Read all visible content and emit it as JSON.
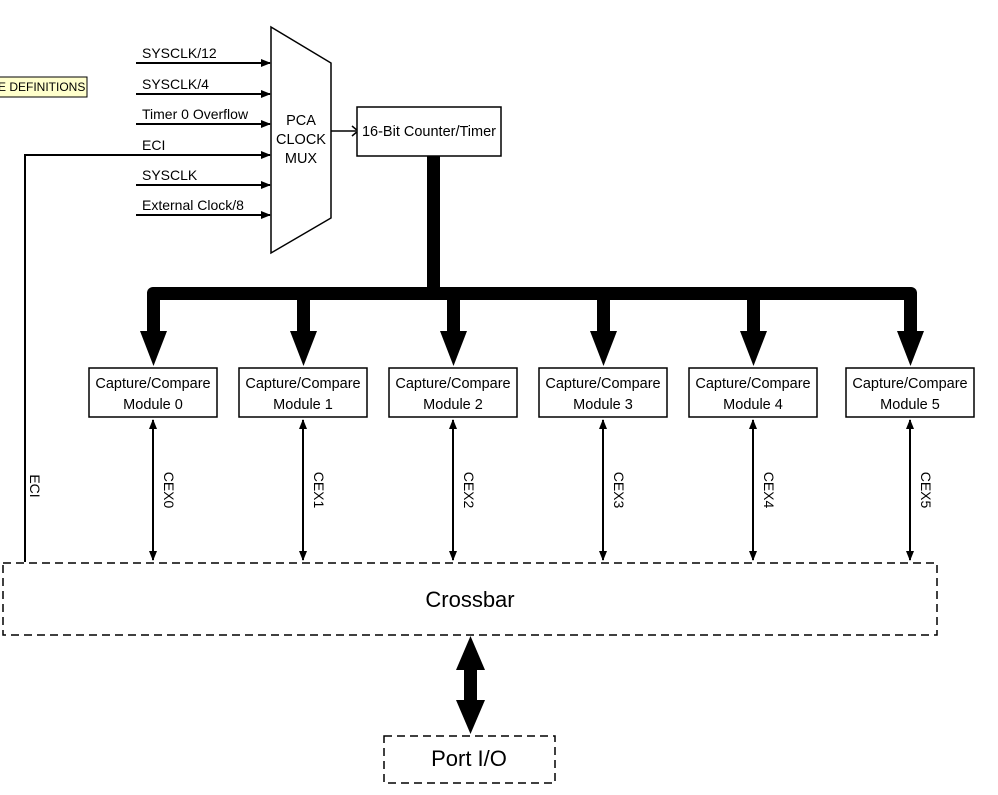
{
  "tag": {
    "text": "E DEFINITIONS",
    "fill": "#ffffcc"
  },
  "inputs": [
    {
      "label": "SYSCLK/12"
    },
    {
      "label": "SYSCLK/4"
    },
    {
      "label": "Timer 0 Overflow"
    },
    {
      "label": "ECI"
    },
    {
      "label": "SYSCLK"
    },
    {
      "label": "External Clock/8"
    }
  ],
  "mux": {
    "lines": [
      "PCA",
      "CLOCK",
      "MUX"
    ]
  },
  "counter": {
    "label": "16-Bit Counter/Timer"
  },
  "modules": [
    {
      "line1": "Capture/Compare",
      "line2": "Module 0",
      "signal": "CEX0"
    },
    {
      "line1": "Capture/Compare",
      "line2": "Module 1",
      "signal": "CEX1"
    },
    {
      "line1": "Capture/Compare",
      "line2": "Module 2",
      "signal": "CEX2"
    },
    {
      "line1": "Capture/Compare",
      "line2": "Module 3",
      "signal": "CEX3"
    },
    {
      "line1": "Capture/Compare",
      "line2": "Module 4",
      "signal": "CEX4"
    },
    {
      "line1": "Capture/Compare",
      "line2": "Module 5",
      "signal": "CEX5"
    }
  ],
  "eci_feedback": {
    "label": "ECI"
  },
  "crossbar": {
    "label": "Crossbar"
  },
  "port_io": {
    "label": "Port I/O"
  }
}
